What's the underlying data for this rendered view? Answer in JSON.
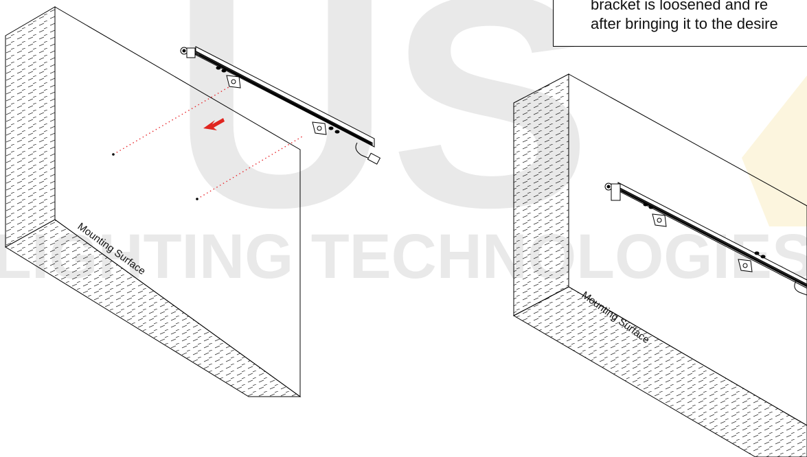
{
  "watermark": {
    "brand_text": "US",
    "banner_text": "LIGHTING TECHNOLOGIES",
    "color": "#ececec",
    "accent_color": "#fbf3d6"
  },
  "note": {
    "line1": "bracket is loosened and re",
    "line2": "after bringing it to the desire"
  },
  "left_panel": {
    "surface_label": "Mounting Surface"
  },
  "right_panel": {
    "surface_label": "Mounting Surface"
  },
  "colors": {
    "line": "#000000",
    "guide": "#e8262b",
    "arrow": "#e0251f"
  },
  "icons": [
    "direction-arrow-icon",
    "bolt-icon",
    "connector-icon"
  ]
}
